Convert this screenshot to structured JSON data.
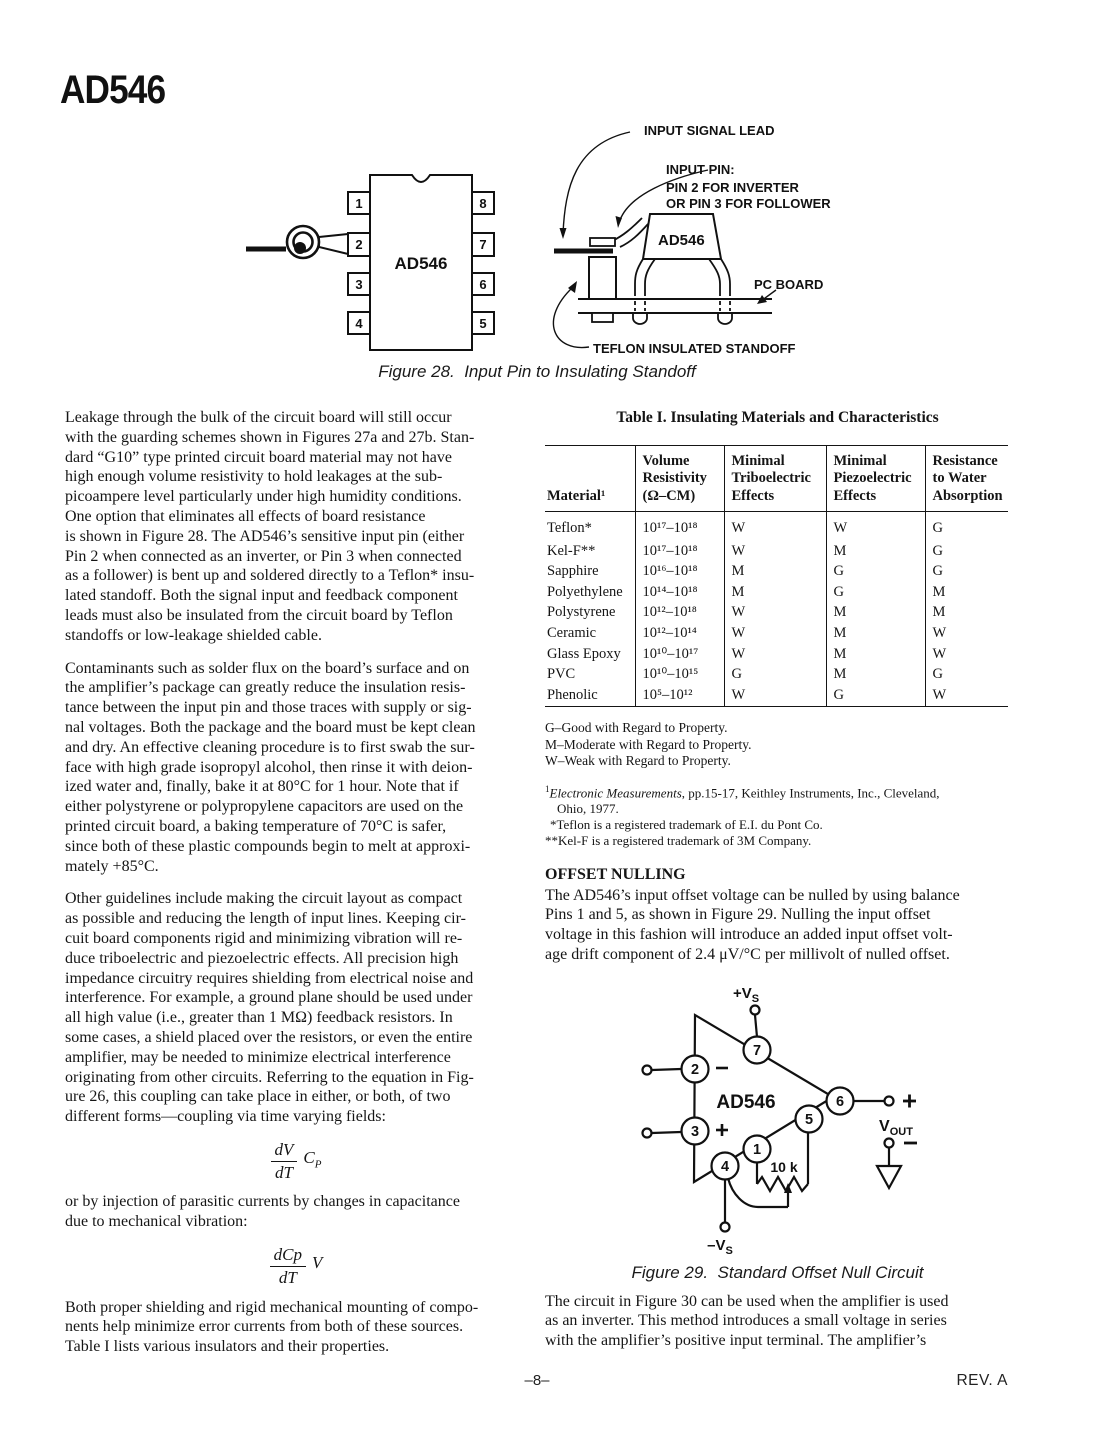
{
  "page": {
    "title": "AD546",
    "page_number": "–8–",
    "rev": "REV. A"
  },
  "figure28": {
    "caption": "Figure 28.  Input Pin to Insulating Standoff",
    "chip_label": "AD546",
    "side_chip_label": "AD546",
    "pins_left": [
      "1",
      "2",
      "3",
      "4"
    ],
    "pins_right": [
      "8",
      "7",
      "6",
      "5"
    ],
    "labels": {
      "input_signal_lead": "INPUT SIGNAL LEAD",
      "input_pin_line1": "INPUT PIN:",
      "input_pin_line2": "PIN 2 FOR INVERTER",
      "input_pin_line3": "OR  PIN 3 FOR FOLLOWER",
      "pc_board": "PC BOARD",
      "standoff": "TEFLON INSULATED STANDOFF"
    }
  },
  "left_column": {
    "p1": [
      "Leakage through the bulk of the circuit board will still occur",
      "with the guarding schemes shown in Figures 27a and 27b. Stan-",
      "dard “G10” type printed circuit board material may not have",
      "high enough volume resistivity to hold leakages at the sub-",
      "picoampere level particularly under high humidity conditions.",
      "One option that eliminates all effects of board resistance",
      "is shown in Figure 28. The AD546’s sensitive input pin (either",
      "Pin 2 when connected as an inverter, or Pin 3 when connected",
      "as a follower) is bent up and soldered directly to a Teflon* insu-",
      "lated standoff. Both the signal input and feedback component",
      "leads must also be insulated from the circuit board by Teflon",
      "standoffs or low-leakage shielded cable."
    ],
    "p2": [
      "Contaminants such as solder flux on the board’s surface and on",
      "the amplifier’s package can greatly reduce the insulation resis-",
      "tance between the input pin and those traces with supply or sig-",
      "nal voltages. Both the package and the board must be kept clean",
      "and dry. An effective cleaning procedure is to first swab the sur-",
      "face with high grade isopropyl alcohol, then rinse it with deion-",
      "ized water and, finally, bake it at 80°C for 1 hour. Note that if",
      "either polystyrene or polypropylene capacitors are used on the",
      "printed circuit board, a baking temperature of 70°C is safer,",
      "since both of these plastic compounds begin to melt at approxi-",
      "mately +85°C."
    ],
    "p3": [
      "Other guidelines include making the circuit layout as compact",
      "as possible and reducing the length of input lines. Keeping cir-",
      "cuit board components rigid and minimizing vibration will re-",
      "duce triboelectric and piezoelectric effects. All precision high",
      "impedance circuitry requires shielding from electrical noise and",
      "interference. For example, a ground plane should be used under",
      "all high value (i.e., greater than 1 MΩ) feedback resistors. In",
      "some cases, a shield placed over the resistors, or even the entire",
      "amplifier, may be needed to minimize electrical interference",
      "originating from other circuits. Referring to the equation in Fig-",
      "ure 26, this coupling can take place in either, or both, of two",
      "different forms—coupling via time varying fields:"
    ],
    "formula1": {
      "numerator": "dV",
      "denominator": "dT",
      "factor": "C",
      "factor_sub": "P"
    },
    "p4": [
      "or by injection of parasitic currents by changes in capacitance",
      "due to mechanical vibration:"
    ],
    "formula2": {
      "numerator": "dCp",
      "denominator": "dT",
      "factor": "V",
      "factor_sub": ""
    },
    "p5": [
      "Both proper shielding and rigid mechanical mounting of compo-",
      "nents help minimize error currents from both of these sources.",
      "Table I lists various insulators and their properties."
    ]
  },
  "table": {
    "title": "Table I. Insulating Materials and Characteristics",
    "headers": [
      [
        "Material¹"
      ],
      [
        "Volume",
        "Resistivity",
        "(Ω–CM)"
      ],
      [
        "Minimal",
        "Triboelectric",
        "Effects"
      ],
      [
        "Minimal",
        "Piezoelectric",
        "Effects"
      ],
      [
        "Resistance",
        "to Water",
        "Absorption"
      ]
    ],
    "rows": [
      [
        "Teflon*",
        "10¹⁷–10¹⁸",
        "W",
        "W",
        "G"
      ],
      [
        "Kel-F**",
        "10¹⁷–10¹⁸",
        "W",
        "M",
        "G"
      ],
      [
        "Sapphire",
        "10¹⁶–10¹⁸",
        "M",
        "G",
        "G"
      ],
      [
        "Polyethylene",
        "10¹⁴–10¹⁸",
        "M",
        "G",
        "M"
      ],
      [
        "Polystyrene",
        "10¹²–10¹⁸",
        "W",
        "M",
        "M"
      ],
      [
        "Ceramic",
        "10¹²–10¹⁴",
        "W",
        "M",
        "W"
      ],
      [
        "Glass Epoxy",
        "10¹⁰–10¹⁷",
        "W",
        "M",
        "W"
      ],
      [
        "PVC",
        "10¹⁰–10¹⁵",
        "G",
        "M",
        "G"
      ],
      [
        "Phenolic",
        "10⁵–10¹²",
        "W",
        "G",
        "W"
      ]
    ],
    "legend": [
      "G–Good with Regard to Property.",
      "M–Moderate with Regard to Property.",
      "W–Weak with Regard to Property."
    ],
    "footnote_ref_sup": "1",
    "footnote_ref_italic": "Electronic Measurements",
    "footnote_ref_rest": ", pp.15-17, Keithley Instruments, Inc., Cleveland,",
    "footnote_ref_line2": "Ohio, 1977.",
    "footnote_teflon": "*Teflon is a registered trademark of E.I. du Pont Co.",
    "footnote_kelf": "**Kel-F is a registered trademark of 3M Company."
  },
  "offset_nulling": {
    "heading": "OFFSET NULLING",
    "body": [
      "The AD546’s input offset voltage can be nulled by using balance",
      "Pins 1 and 5, as shown in Figure 29. Nulling the input offset",
      "voltage in this fashion will introduce an added input offset volt-",
      "age drift component of 2.4 μV/°C per millivolt of nulled offset."
    ]
  },
  "figure29": {
    "caption": "Figure 29.  Standard Offset Null Circuit",
    "chip_label": "AD546",
    "labels": {
      "vs_plus": "+V",
      "vs_plus_sub": "S",
      "vs_minus": "–V",
      "vs_minus_sub": "S",
      "vout": "V",
      "vout_sub": "OUT",
      "pot": "10 k",
      "plus": "+",
      "minus": "–"
    },
    "pins": {
      "p1": "1",
      "p2": "2",
      "p3": "3",
      "p4": "4",
      "p5": "5",
      "p6": "6",
      "p7": "7"
    }
  },
  "closing": {
    "body": [
      "The circuit in Figure 30 can be used when the amplifier is used",
      "as an inverter. This method introduces a small voltage in series",
      "with the amplifier’s positive input terminal. The amplifier’s"
    ]
  }
}
